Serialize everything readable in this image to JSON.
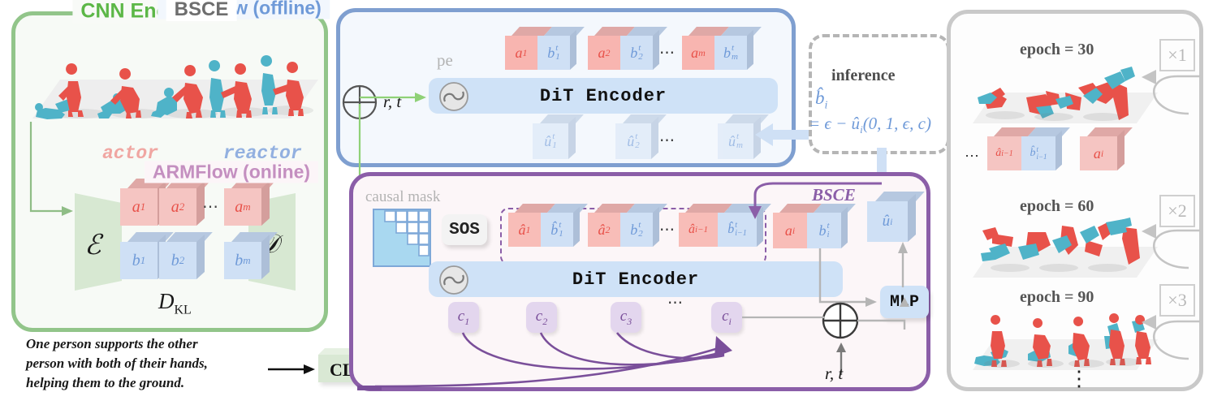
{
  "panels": {
    "cnn": {
      "title": "CNN Encoder",
      "color": "#5cb747",
      "actor_label": "actor",
      "reactor_label": "reactor",
      "encoder_symbol": "ℰ",
      "decoder_symbol": "𝒟",
      "kl_label": "D",
      "kl_sub": "KL"
    },
    "remflow": {
      "title": "ReMFlow (offline)",
      "color": "#6f9ad8",
      "pe_label": "pe",
      "rt_label": "r, t",
      "encoder_label": "DiT Encoder",
      "ellipsis": "⋯"
    },
    "armflow": {
      "title": "ARMFlow (online)",
      "color": "#c48fc0",
      "causal_mask_label": "causal mask",
      "sos_label": "SOS",
      "encoder_label": "DiT Encoder",
      "bsce_label": "BSCE",
      "mlp_label": "MLP",
      "rt_label": "r, t",
      "ellipsis": "⋯"
    },
    "bsce": {
      "title": "BSCE",
      "color": "#6e6e6e",
      "vdots": "⋮",
      "ellipsis": "⋯"
    }
  },
  "inference": {
    "heading": "inference",
    "lhs": "b̂",
    "lhs_sub": "i",
    "rhs": "= ϵ − û",
    "rhs_sub": "i",
    "rhs_args": "(0, 1, ϵ, c)",
    "color": "#6f9ad8"
  },
  "caption": {
    "line1": "One person supports the other",
    "line2": "person with both of their hands,",
    "line3": "helping them to the ground.",
    "clip_label": "CLIP"
  },
  "cnn_tokens": {
    "actor": [
      {
        "base": "a",
        "sub": "1"
      },
      {
        "base": "a",
        "sub": "2"
      },
      {
        "base": "a",
        "sub": "m"
      }
    ],
    "reactor": [
      {
        "base": "b",
        "sub": "1"
      },
      {
        "base": "b",
        "sub": "2"
      },
      {
        "base": "b",
        "sub": "m"
      }
    ],
    "ellipsis": "⋯"
  },
  "remflow_tokens": {
    "inputs": [
      {
        "a_base": "a",
        "a_sub": "1",
        "b_base": "b",
        "b_sub": "1",
        "b_sup": "t"
      },
      {
        "a_base": "a",
        "a_sub": "2",
        "b_base": "b",
        "b_sub": "2",
        "b_sup": "t"
      },
      {
        "a_base": "a",
        "a_sub": "m",
        "b_base": "b",
        "b_sub": "m",
        "b_sup": "t"
      }
    ],
    "outputs": [
      {
        "base": "û",
        "sub": "1",
        "sup": "t"
      },
      {
        "base": "û",
        "sub": "2",
        "sup": "t"
      },
      {
        "base": "û",
        "sub": "m",
        "sup": "t"
      }
    ]
  },
  "armflow_tokens": {
    "history": [
      {
        "a_base": "â",
        "a_sub": "1",
        "b_base": "b̂",
        "b_sub": "1",
        "b_sup": "t"
      },
      {
        "a_base": "â",
        "a_sub": "2",
        "b_base": "b",
        "b_sub": "2",
        "b_sup": "t"
      },
      {
        "a_base": "â",
        "a_sub": "i−1",
        "b_base": "b̂",
        "b_sub": "i−1",
        "b_sup": "t"
      }
    ],
    "current": {
      "a_base": "a",
      "a_sub": "i",
      "b_base": "b",
      "b_sub": "i",
      "b_sup": "t"
    },
    "output": {
      "base": "û",
      "sub": "i"
    },
    "conditions": [
      {
        "base": "c",
        "sub": "1"
      },
      {
        "base": "c",
        "sub": "2"
      },
      {
        "base": "c",
        "sub": "3"
      },
      {
        "base": "c",
        "sub": "i"
      }
    ],
    "cond_ellipsis": "⋯"
  },
  "bsce_rows": [
    {
      "epoch_label": "epoch = 30",
      "badge": "×1"
    },
    {
      "epoch_label": "epoch = 60",
      "badge": "×2"
    },
    {
      "epoch_label": "epoch = 90",
      "badge": "×3"
    }
  ],
  "bsce_tokens": {
    "prev": {
      "a_base": "â",
      "a_sub": "i−1",
      "b_base": "b̂",
      "b_sub": "i−1",
      "b_sup": "t"
    },
    "curr": {
      "base": "a",
      "sub": "i"
    },
    "ellipsis": "⋯"
  },
  "colors": {
    "actor_red": "#e8524a",
    "reactor_blue": "#4fb3c8",
    "cube_red_face": "#f5c5c2",
    "cube_red_top": "#dfa8a6",
    "cube_blue_face": "#cfe0f5",
    "cube_blue_top": "#b6c8e0",
    "dit_blue": "#cfe2f7",
    "green": "#92c58a",
    "purple": "#8b5ea8"
  }
}
